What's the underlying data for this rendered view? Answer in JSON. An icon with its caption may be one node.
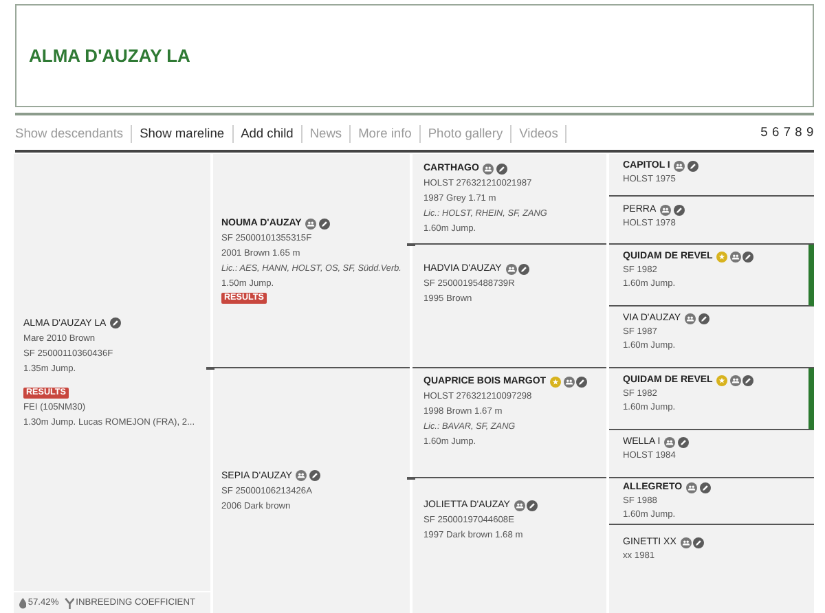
{
  "diagram": {
    "title": "ALMA D'AUZAY LA",
    "nodes": [
      {
        "text": [
          "ALMA D'AUZAY LA",
          "Mare 2010 Brown",
          "SF 25000110360436F",
          "1.35m Jump.",
          "RESULTS",
          "FEI (105NM30)",
          "1.30m Jump. Lucas ROMEJON (FRA), 2..."
        ]
      },
      {
        "text": [
          "NOUMA D'AUZAY",
          "SF 25000101355315F",
          "2001 Brown 1.65 m",
          "Lic.: AES, HANN, HOLST, OS, SF, Südd.Verb.",
          "1.50m Jump.",
          "RESULTS"
        ]
      },
      {
        "text": [
          "SEPIA D'AUZAY",
          "SF 25000106213426A",
          "2006 Dark brown"
        ]
      },
      {
        "text": [
          "CARTHAGO",
          "HOLST 276321210021987",
          "1987 Grey 1.71 m",
          "Lic.: HOLST, RHEIN, SF, ZANG",
          "1.60m Jump."
        ]
      },
      {
        "text": [
          "HADVIA D'AUZAY",
          "SF 25000195488739R",
          "1995 Brown"
        ]
      },
      {
        "text": [
          "QUAPRICE BOIS MARGOT",
          "HOLST 276321210097298",
          "1998 Brown 1.67 m",
          "Lic.: BAVAR, SF, ZANG",
          "1.60m Jump."
        ]
      },
      {
        "text": [
          "JOLIETTA D'AUZAY",
          "SF 25000197044608E",
          "1997 Dark brown 1.68 m"
        ]
      },
      {
        "text": [
          "CAPITOL I",
          "HOLST 1975"
        ]
      },
      {
        "text": [
          "PERRA",
          "HOLST 1978"
        ]
      },
      {
        "text": [
          "QUIDAM DE REVEL",
          "SF 1982",
          "1.60m Jump."
        ]
      },
      {
        "text": [
          "VIA D'AUZAY",
          "SF 1987",
          "1.60m Jump."
        ]
      },
      {
        "text": [
          "QUIDAM DE REVEL",
          "SF 1982",
          "1.60m Jump."
        ]
      },
      {
        "text": [
          "WELLA I",
          "HOLST 1984"
        ]
      },
      {
        "text": [
          "ALLEGRETO",
          "SF 1988",
          "1.60m Jump."
        ]
      },
      {
        "text": [
          "GINETTI XX",
          "xx 1981"
        ]
      }
    ],
    "labels": [
      "Show descendants",
      "Show mareline",
      "Add child",
      "News",
      "More info",
      "Photo gallery",
      "Videos",
      "5 6 7 8 9",
      "57.42%",
      "INBREEDING COEFFICIENT"
    ]
  }
}
